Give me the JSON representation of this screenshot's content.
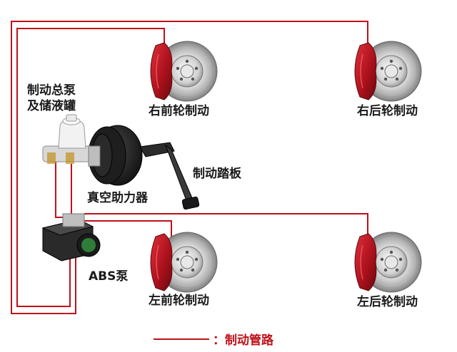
{
  "labels": {
    "master_cylinder": "制动总泵\n及储液罐",
    "booster": "真空助力器",
    "pedal": "制动踏板",
    "abs": "ABS泵",
    "front_right": "右前轮制动",
    "rear_right": "右后轮制动",
    "front_left": "左前轮制动",
    "rear_left": "左后轮制动"
  },
  "legend": {
    "text": "：制动管路"
  },
  "colors": {
    "brake_line": "#c0101a",
    "caliper": "#b0121e",
    "disc": "#c8c8c8"
  }
}
